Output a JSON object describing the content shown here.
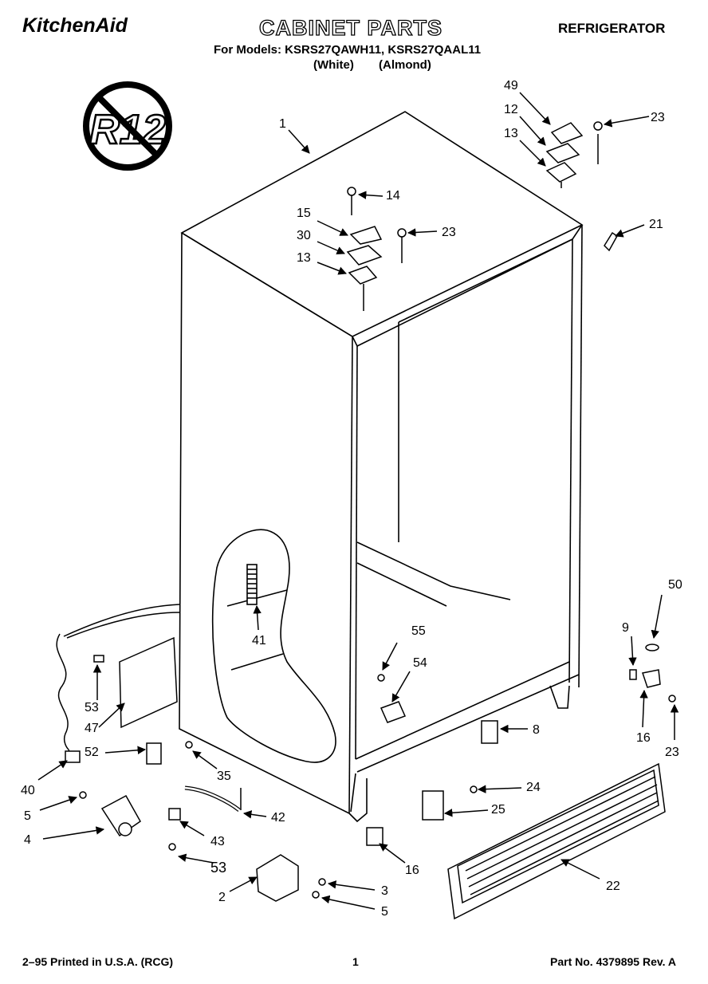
{
  "header": {
    "brand": "KitchenAid",
    "title": "CABINET PARTS",
    "category": "REFRIGERATOR",
    "models_line": "For Models: KSRS27QAWH11, KSRS27QAAL11",
    "white_label": "(White)",
    "almond_label": "(Almond)"
  },
  "badge": {
    "text": "R12"
  },
  "callouts": [
    "1",
    "49",
    "12",
    "13",
    "23",
    "14",
    "15",
    "23",
    "30",
    "13",
    "21",
    "50",
    "9",
    "55",
    "54",
    "8",
    "16",
    "23",
    "24",
    "25",
    "16",
    "22",
    "41",
    "53",
    "47",
    "52",
    "40",
    "35",
    "5",
    "4",
    "42",
    "43",
    "53",
    "2",
    "3",
    "5"
  ],
  "footer": {
    "left": "2–95 Printed in U.S.A. (RCG)",
    "page": "1",
    "right": "Part No. 4379895 Rev. A"
  }
}
